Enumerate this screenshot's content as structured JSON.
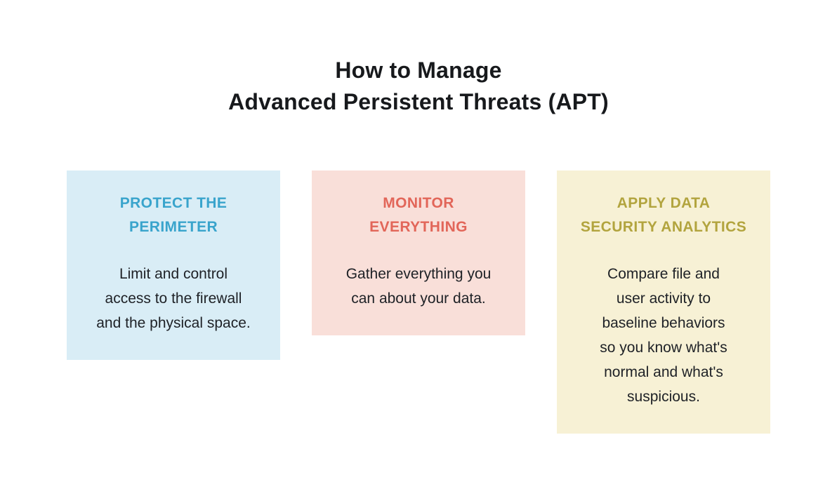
{
  "title": {
    "line1": "How to Manage",
    "line2": "Advanced Persistent Threats (APT)"
  },
  "colors": {
    "background": "#ffffff",
    "title_text": "#17191c",
    "body_text": "#1e2126"
  },
  "cards": [
    {
      "id": "protect-the-perimeter",
      "bg_color": "#d9edf6",
      "heading_color": "#39a4cc",
      "heading_lines": [
        "PROTECT THE",
        "PERIMETER"
      ],
      "body_lines": [
        "Limit and control",
        "access to the firewall",
        "and the physical space."
      ]
    },
    {
      "id": "monitor-everything",
      "bg_color": "#f9dfd9",
      "heading_color": "#e26659",
      "heading_lines": [
        "MONITOR",
        "EVERYTHING"
      ],
      "body_lines": [
        "Gather everything you",
        "can about your data."
      ]
    },
    {
      "id": "apply-data-security-analytics",
      "bg_color": "#f7f1d5",
      "heading_color": "#b2a43e",
      "heading_lines": [
        "APPLY DATA",
        "SECURITY ANALYTICS"
      ],
      "body_lines": [
        "Compare file and",
        "user activity to",
        "baseline behaviors",
        "so you know what's",
        "normal and what's",
        "suspicious."
      ]
    }
  ]
}
